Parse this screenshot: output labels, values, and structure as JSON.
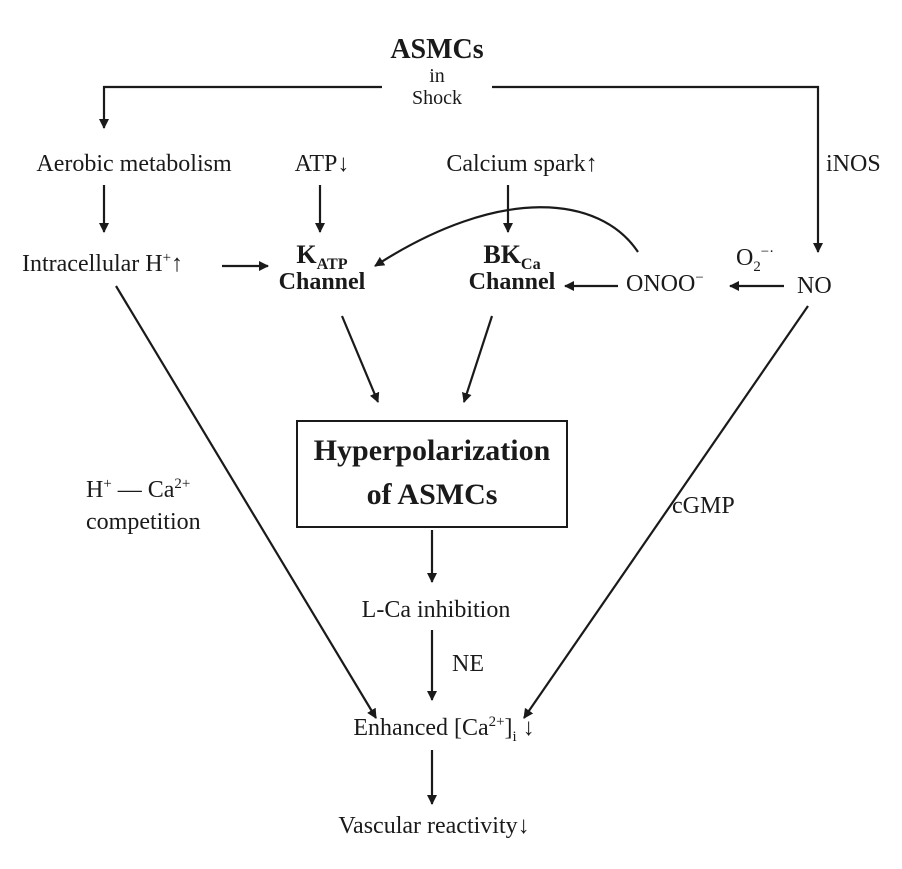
{
  "source": {
    "title": "ASMCs",
    "line2": "in",
    "line3": "Shock"
  },
  "nodes": {
    "aerobic": "Aerobic metabolism",
    "atp": "ATP↓",
    "calcium_spark": "Calcium spark↑",
    "inos": "iNOS",
    "intracellular_h": {
      "prefix": "Intracellular H",
      "sup": "+",
      "suffix": "↑"
    },
    "katp": {
      "main": "K",
      "sub": "ATP",
      "line2": "Channel"
    },
    "bkca": {
      "main": "BK",
      "sub": "Ca",
      "line2": "Channel"
    },
    "onoo": {
      "main": "ONOO",
      "sup": "−"
    },
    "superoxide": {
      "main": "O",
      "sub": "2",
      "sup": "−·"
    },
    "no": "NO",
    "hyperpolarization": {
      "line1": "Hyperpolarization",
      "line2": "of ASMCs"
    },
    "h_ca_competition": {
      "h": "H",
      "h_sup": "+",
      "dash": " — Ca",
      "ca_sup": "2+",
      "line2": "competition"
    },
    "cgmp": "cGMP",
    "lca_inhibition": "L-Ca inhibition",
    "ne": "NE",
    "enhanced_ca": {
      "prefix": "Enhanced [Ca",
      "sup": "2+",
      "close": "]",
      "sub": "i",
      "suffix": " ↓"
    },
    "vascular": "Vascular reactivity↓"
  }
}
